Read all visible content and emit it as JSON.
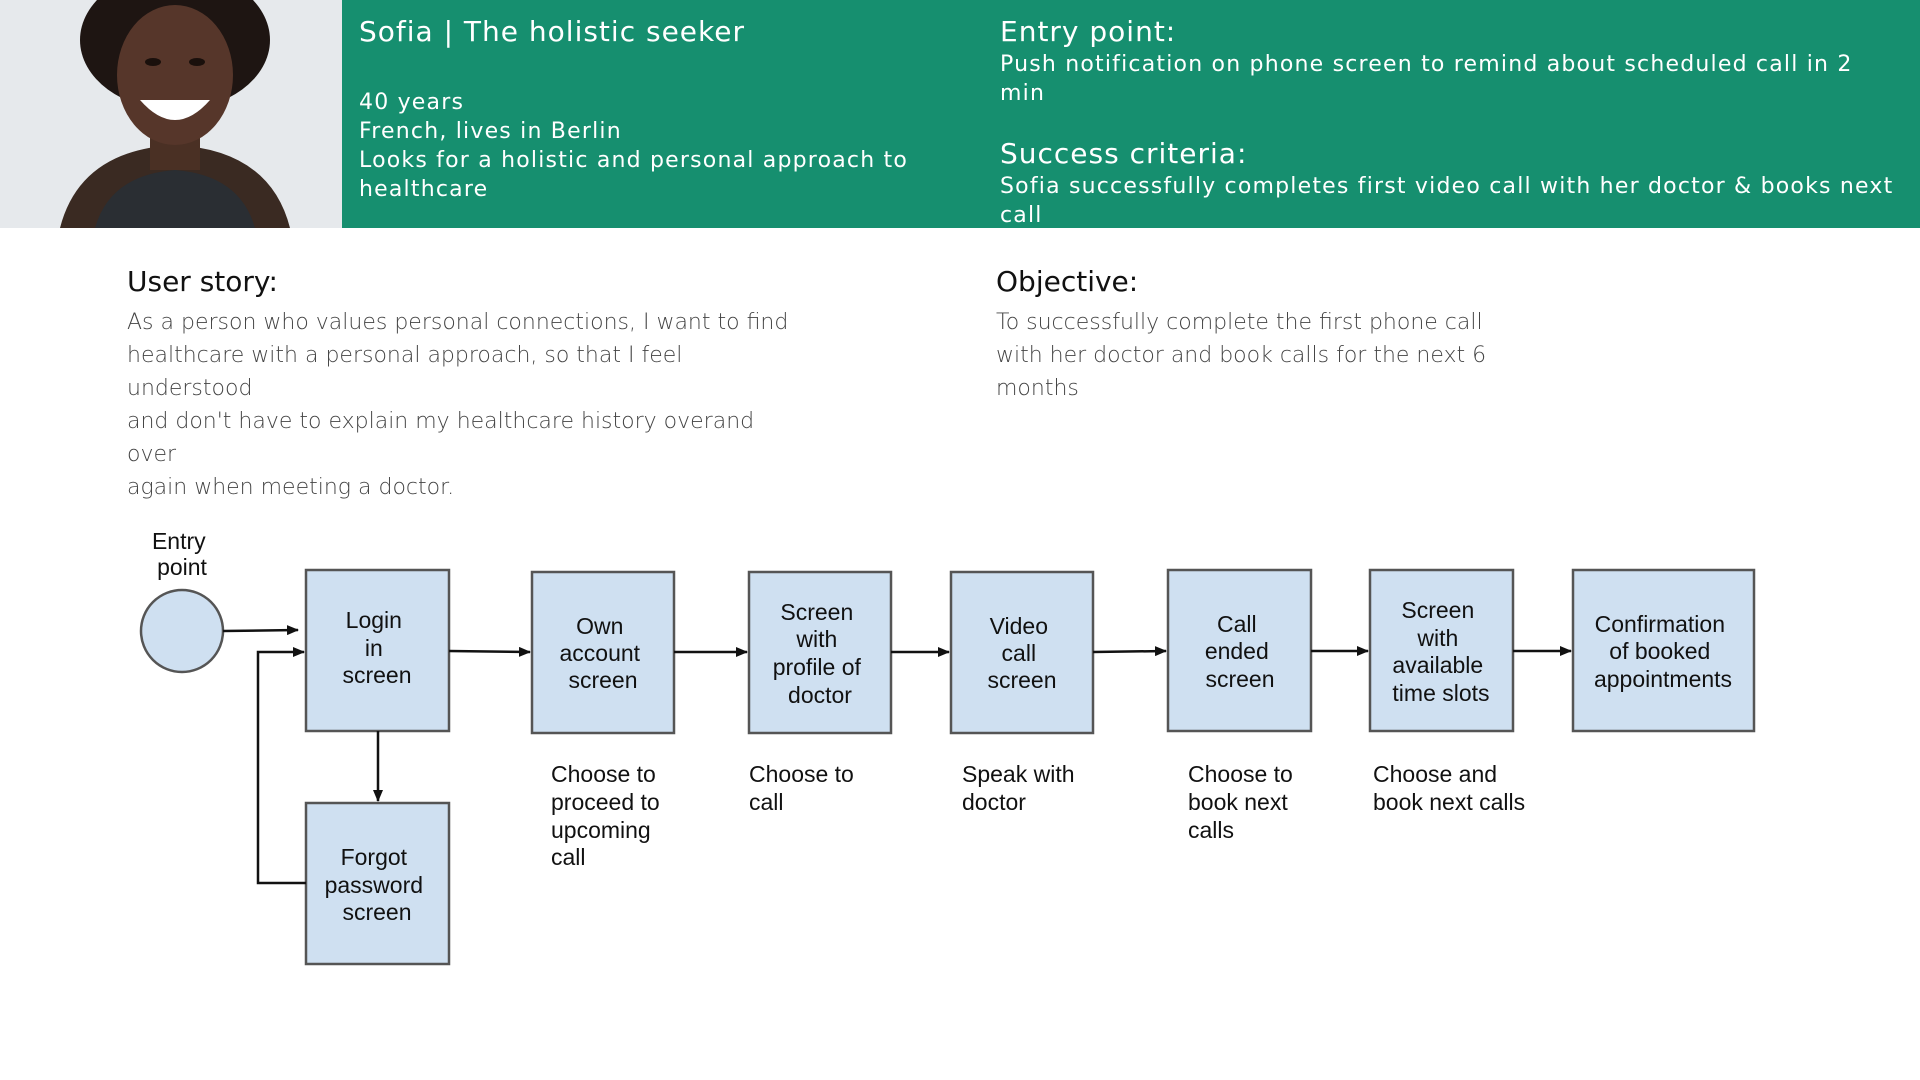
{
  "persona": {
    "name": "Sofia | The holistic seeker",
    "age": "40 years",
    "origin": "French, lives in Berlin",
    "goal_line1": "Looks for a holistic and personal approach to",
    "goal_line2": "healthcare"
  },
  "entry_point": {
    "title": "Entry point:",
    "text": "Push notification on phone screen to remind about scheduled call in 2 min"
  },
  "success_criteria": {
    "title": "Success criteria:",
    "line1": "Sofia successfully completes first video call with her doctor & books next",
    "line2": "call"
  },
  "user_story": {
    "title": "User story:",
    "lines": [
      "As a person who values personal connections, I want to find",
      "healthcare with a personal approach, so that I feel understood",
      "and don't have to explain my healthcare history overand over",
      "again when meeting a doctor."
    ]
  },
  "objective": {
    "title": "Objective:",
    "lines": [
      "To successfully complete the first phone call",
      "with her doctor and book calls for the next 6",
      "months"
    ]
  },
  "flow": {
    "entry_label": [
      "Entry",
      "point"
    ],
    "boxes": [
      [
        "Login",
        "in",
        "screen"
      ],
      [
        "Own",
        "account",
        "screen"
      ],
      [
        "Screen",
        "with",
        "profile of",
        "doctor"
      ],
      [
        "Video",
        "call",
        "screen"
      ],
      [
        "Call",
        "ended",
        "screen"
      ],
      [
        "Screen",
        "with",
        "available",
        "time slots"
      ],
      [
        "Confirmation",
        "of booked",
        "appointments"
      ],
      [
        "Forgot",
        "password",
        "screen"
      ]
    ],
    "actions": [
      [
        "Choose to",
        "proceed to",
        "upcoming",
        "call"
      ],
      [
        "Choose to",
        "call"
      ],
      [
        "Speak with",
        "doctor"
      ],
      [
        "Choose to",
        "book next",
        "calls"
      ],
      [
        "Choose and",
        "book next calls"
      ]
    ]
  },
  "colors": {
    "header_bg": "#168f6f",
    "box_fill": "#cfe0f1"
  }
}
